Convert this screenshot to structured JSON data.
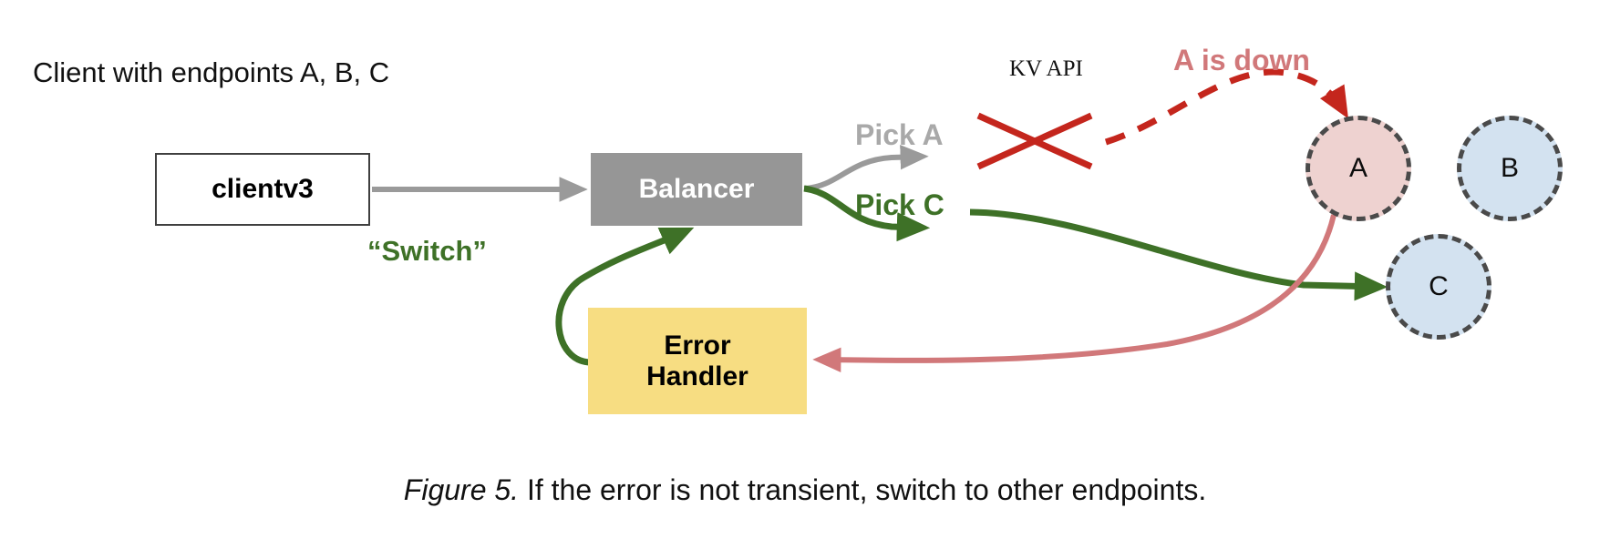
{
  "figure": {
    "caption_number": "Figure 5.",
    "caption_text": " If the error is not transient, switch to other endpoints."
  },
  "labels": {
    "client_caption": "Client with endpoints A, B, C",
    "pick_a": "Pick A",
    "pick_c": "Pick C",
    "switch": "“Switch”",
    "kv_api": "KV API",
    "a_is_down": "A is down"
  },
  "nodes": {
    "client": {
      "label": "clientv3"
    },
    "balancer": {
      "label": "Balancer"
    },
    "error_handler": {
      "line1": "Error",
      "line2": "Handler"
    }
  },
  "endpoints": [
    {
      "id": "a",
      "label": "A",
      "state": "down",
      "fill": "#eed2d0"
    },
    {
      "id": "b",
      "label": "B",
      "state": "up",
      "fill": "#d3e2f0"
    },
    {
      "id": "c",
      "label": "C",
      "state": "up",
      "fill": "#d3e2f0"
    }
  ],
  "colors": {
    "grey_flow": "#9a9a9a",
    "green_flow": "#3e7127",
    "red_dashed": "#c4261d",
    "salmon_flow": "#d1787a",
    "cross_out": "#c4261d",
    "balancer_fill": "#969696",
    "error_handler_fill": "#f7dd82",
    "endpoint_border": "#4a4a4a",
    "endpoint_down_fill": "#eed2d0",
    "endpoint_up_fill": "#d3e2f0"
  },
  "edges": [
    {
      "from": "clientv3",
      "to": "Balancer",
      "style": "solid",
      "color": "#9a9a9a"
    },
    {
      "from": "Balancer",
      "to": "Pick A",
      "style": "solid",
      "color": "#9a9a9a"
    },
    {
      "from": "Balancer",
      "to": "Pick C",
      "style": "solid",
      "color": "#3e7127"
    },
    {
      "from": "KV API",
      "to": "A",
      "style": "dashed",
      "color": "#c4261d"
    },
    {
      "from": "Pick C",
      "to": "C",
      "style": "solid",
      "color": "#3e7127"
    },
    {
      "from": "A",
      "to": "Error Handler",
      "style": "solid",
      "color": "#d1787a"
    },
    {
      "from": "Error Handler",
      "to": "Balancer",
      "style": "solid",
      "color": "#3e7127",
      "label": "“Switch”"
    }
  ]
}
